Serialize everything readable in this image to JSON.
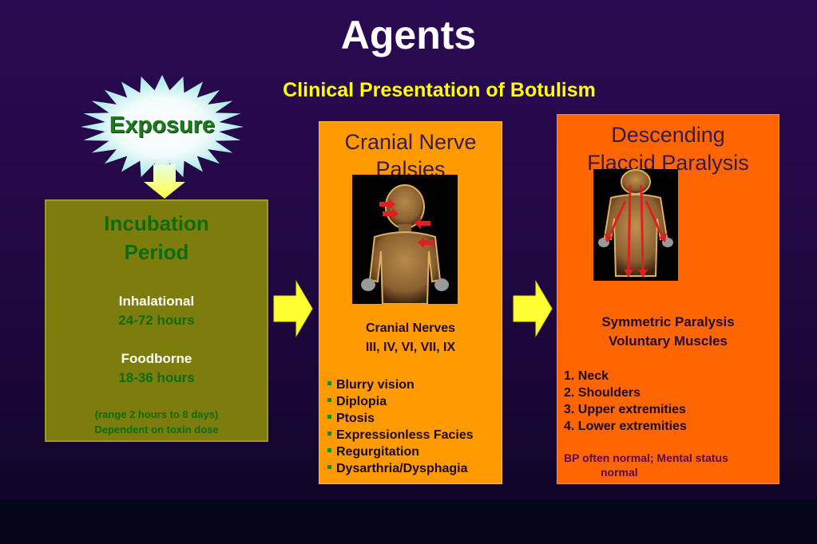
{
  "title": "Agents",
  "subtitle": "Clinical Presentation of Botulism",
  "exposure": {
    "label": "Exposure"
  },
  "incubation": {
    "heading_line1": "Incubation",
    "heading_line2": "Period",
    "inhalational_label": "Inhalational",
    "inhalational_hours": "24-72 hours",
    "foodborne_label": "Foodborne",
    "foodborne_hours": "18-36 hours",
    "range_line1": "(range 2 hours to 8 days)",
    "range_line2": "Dependent on toxin dose"
  },
  "cranial": {
    "heading_line1": "Cranial Nerve",
    "heading_line2": "Palsies",
    "nerves_line1": "Cranial Nerves",
    "nerves_line2": "III, IV, VI, VII, IX",
    "symptoms": [
      "Blurry vision",
      "Diplopia",
      "Ptosis",
      "Expressionless Facies",
      "Regurgitation",
      "Dysarthria/Dysphagia"
    ]
  },
  "paralysis": {
    "heading_line1": "Descending",
    "heading_line2": "Flaccid Paralysis",
    "sym_line1": "Symmetric Paralysis",
    "sym_line2": "Voluntary Muscles",
    "order": [
      "1. Neck",
      "2. Shoulders",
      "3. Upper extremities",
      "4. Lower extremities"
    ],
    "bp_line1": "BP often normal; Mental status",
    "bp_line2": "normal"
  },
  "colors": {
    "background": "#220844",
    "incubation_box": "#7d7d0d",
    "cranial_box": "#ff9a00",
    "paralysis_box": "#ff6600",
    "arrow": "#ffff33",
    "heading_green": "#0e6b0e",
    "subtitle": "#ffff00"
  },
  "icons": [
    "starburst-icon",
    "down-arrow-icon",
    "right-arrow-icon",
    "body-figure-icon"
  ]
}
